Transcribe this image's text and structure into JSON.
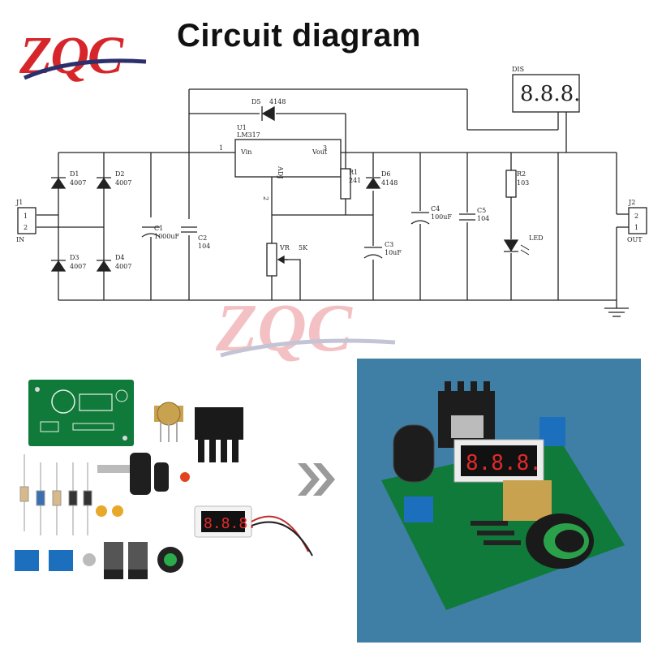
{
  "header": {
    "title": "Circuit diagram",
    "logo_text": "ZQC"
  },
  "watermark": {
    "text": "ZQC"
  },
  "colors": {
    "brand_red": "#d7262b",
    "brand_navy": "#2b2f6b",
    "pcb_green": "#0f7a3a",
    "terminal_blue": "#1b6fbd",
    "photo_bg": "#3f7fa6"
  },
  "schematic": {
    "labels": {
      "u1_ref": "U1",
      "u1_part": "LM317",
      "vin": "Vin",
      "vout": "Vout",
      "adj": "ADJ",
      "pin1": "1",
      "pin2": "2",
      "pin3": "3",
      "d5": "D5",
      "d5_val": "4148",
      "d1": "D1",
      "d1_val": "4007",
      "d2": "D2",
      "d2_val": "4007",
      "d3": "D3",
      "d3_val": "4007",
      "d4": "D4",
      "d4_val": "4007",
      "c1": "C1",
      "c1_val": "1000uF",
      "c2": "C2",
      "c2_val": "104",
      "r1": "R1",
      "r1_val": "241",
      "d6": "D6",
      "d6_val": "4148",
      "c3": "C3",
      "c3_val": "10uF",
      "c4": "C4",
      "c4_val": "100uF",
      "c5": "C5",
      "c5_val": "104",
      "r2": "R2",
      "r2_val": "103",
      "led": "LED",
      "vr": "VR",
      "vr_val": "5K",
      "dis": "DIS",
      "dis_digits": "8.8.8.",
      "j1": "J1",
      "j1_p1": "1",
      "j1_p2": "2",
      "j1_name": "IN",
      "j2": "J2",
      "j2_p2": "2",
      "j2_p1": "1",
      "j2_name": "OUT"
    }
  },
  "kit_photo": {
    "voltmeter_digits": "8.8.8."
  },
  "assembled_photo": {
    "display_digits": "8.8.8."
  }
}
